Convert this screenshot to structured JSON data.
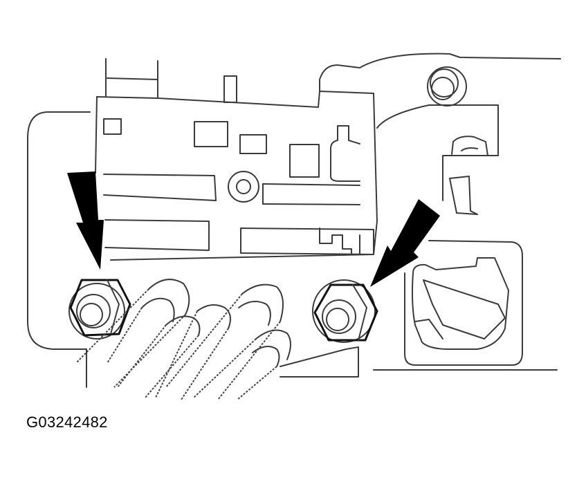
{
  "figure": {
    "caption": "G03242482",
    "description": "Service manual line illustration showing a module with brake lines and two nuts indicated by arrows",
    "callouts": [
      {
        "name": "left-nut-arrow",
        "points_to": "left hex nut"
      },
      {
        "name": "right-nut-arrow",
        "points_to": "right hex nut"
      }
    ],
    "colors": {
      "line": "#3a3a3a",
      "arrow": "#000000",
      "background": "#ffffff"
    }
  }
}
